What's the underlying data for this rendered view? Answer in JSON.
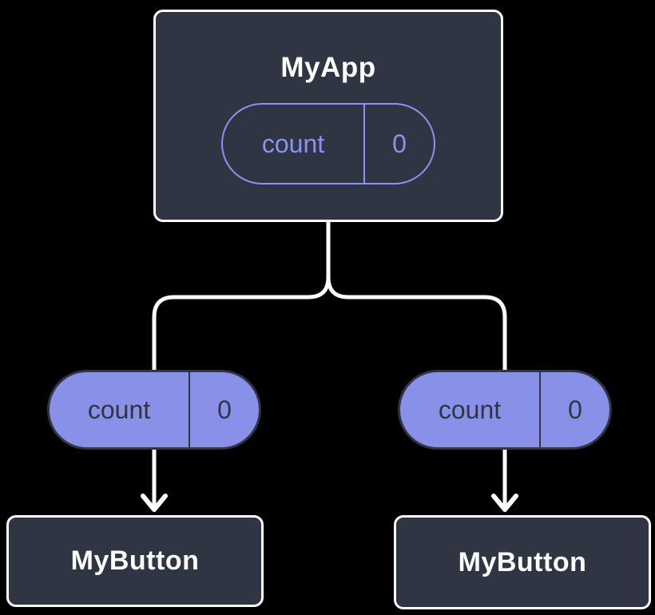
{
  "colors": {
    "background": "#000000",
    "box_fill": "#2F3542",
    "box_border": "#FFFFFF",
    "state_pill_outline": "#8B93EE",
    "prop_pill_fill": "#8990E8",
    "prop_pill_text": "#2F3542",
    "connector": "#FFFFFF"
  },
  "diagram": {
    "root": {
      "title": "MyApp",
      "state": {
        "name": "count",
        "value": "0"
      }
    },
    "children": [
      {
        "prop": {
          "name": "count",
          "value": "0"
        },
        "title": "MyButton"
      },
      {
        "prop": {
          "name": "count",
          "value": "0"
        },
        "title": "MyButton"
      }
    ]
  }
}
